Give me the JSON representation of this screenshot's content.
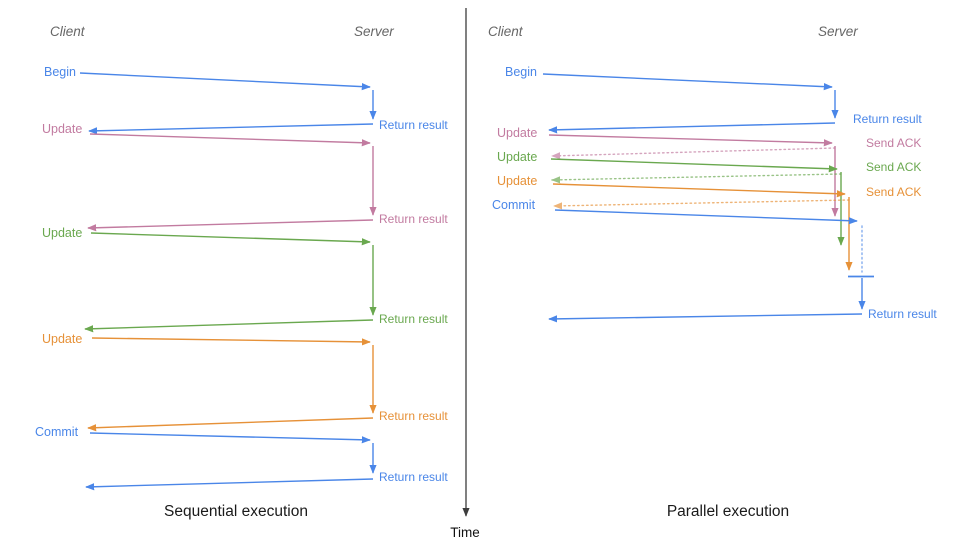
{
  "left_panel": {
    "title": "Sequential execution",
    "client_header": "Client",
    "server_header": "Server",
    "requests": [
      "Begin",
      "Update",
      "Update",
      "Update",
      "Commit"
    ],
    "responses": [
      "Return result",
      "Return result",
      "Return result",
      "Return result",
      "Return result"
    ]
  },
  "right_panel": {
    "title": "Parallel execution",
    "client_header": "Client",
    "server_header": "Server",
    "requests": [
      "Begin",
      "Update",
      "Update",
      "Update",
      "Commit"
    ],
    "responses": [
      "Return result",
      "Send ACK",
      "Send ACK",
      "Send ACK"
    ],
    "final_response": "Return result"
  },
  "time_axis": {
    "label": "Time"
  },
  "colors": {
    "begin_commit_blue": "#4a86e8",
    "update_pink": "#c27ba0",
    "update_green": "#6aa84f",
    "update_orange": "#e69138",
    "axis_gray": "#3d3d3d",
    "header_gray": "#666666",
    "title_black": "#1a1a1a"
  }
}
